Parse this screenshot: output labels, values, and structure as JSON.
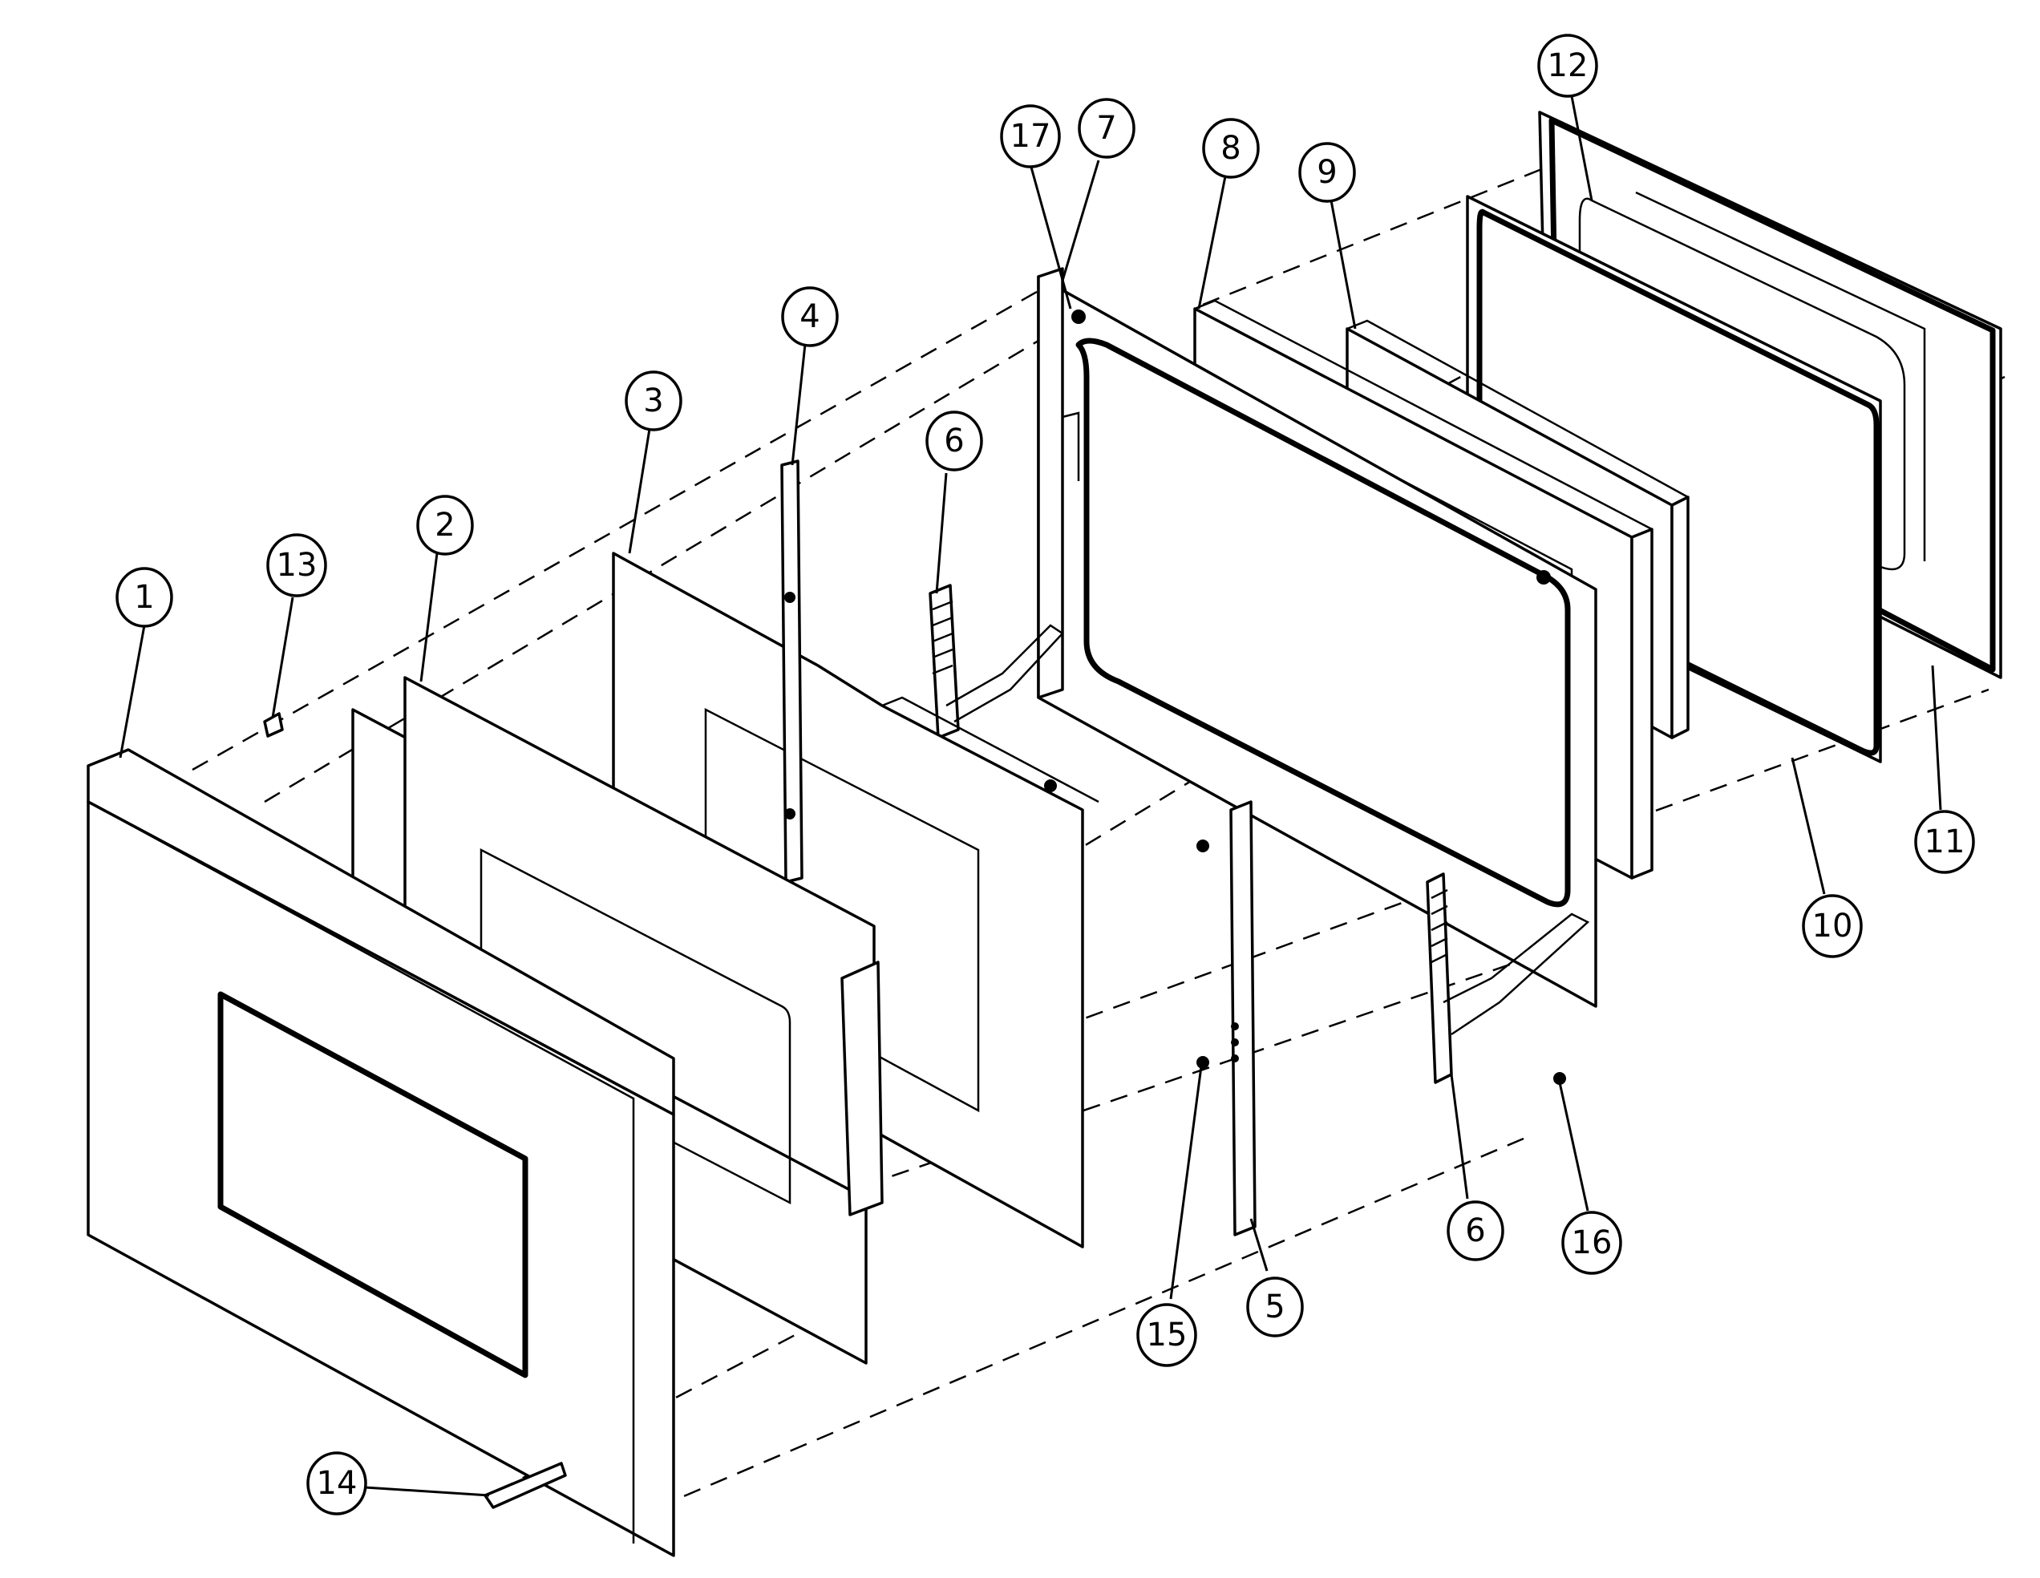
{
  "diagram": {
    "callouts": [
      "1",
      "2",
      "3",
      "4",
      "5",
      "6",
      "6",
      "7",
      "8",
      "9",
      "10",
      "11",
      "12",
      "13",
      "14",
      "15",
      "16",
      "17"
    ]
  }
}
